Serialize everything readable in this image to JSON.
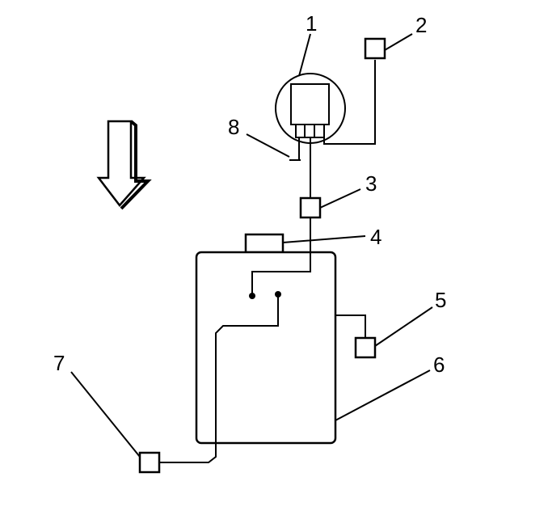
{
  "diagram": {
    "callouts": [
      {
        "id": "callout-1",
        "text": "1"
      },
      {
        "id": "callout-2",
        "text": "2"
      },
      {
        "id": "callout-3",
        "text": "3"
      },
      {
        "id": "callout-4",
        "text": "4"
      },
      {
        "id": "callout-5",
        "text": "5"
      },
      {
        "id": "callout-6",
        "text": "6"
      },
      {
        "id": "callout-7",
        "text": "7"
      },
      {
        "id": "callout-8",
        "text": "8"
      }
    ],
    "colors": {
      "line": "#000000",
      "background": "#ffffff"
    },
    "icons": [
      "down-arrow-icon"
    ]
  }
}
